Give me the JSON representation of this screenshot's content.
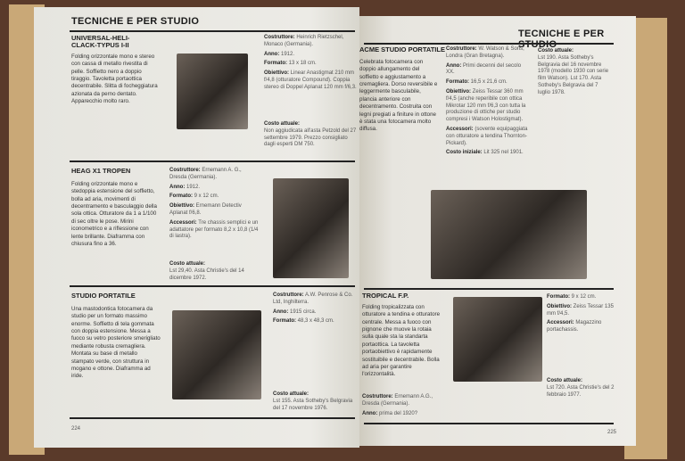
{
  "left": {
    "header": "TECNICHE E PER STUDIO",
    "page_number": "224",
    "entries": [
      {
        "title": "UNIVERSAL-HELI-CLACK-TYPUS I-II",
        "desc": "Folding orizzontale mono e stereo con cassa di metallo rivestita di pelle. Soffietto nero a doppio tiraggio. Tavoletta portaottica decentrabile. Slitta di focheggiatura azionata da perno dentato. Apparecchio molto raro.",
        "specs": [
          {
            "k": "Costruttore:",
            "v": "Heinrich Rietzschel, Monaco (Germania)."
          },
          {
            "k": "Anno:",
            "v": "1912."
          },
          {
            "k": "Formato:",
            "v": "13 x 18 cm."
          },
          {
            "k": "Obiettivo:",
            "v": "Linear Anastigmat 210 mm f/4,8 (otturatore Compound). Coppia stereo di Doppel Aplanat 120 mm f/6,3."
          }
        ],
        "cost_label": "Costo attuale:",
        "cost": "Non aggiudicata all'asta Petzold del 27 settembre 1979. Prezzo consigliato dagli esperti DM 750."
      },
      {
        "title": "HEAG X1 TROPEN",
        "desc": "Folding orizzontale mono e stedoppia estensione del soffietto, bolla ad aria, movimenti di decentramento e basculaggio della sola ottica. Otturatore da 1 a 1/100 di sec oltre le pose. Mirini iconometrico e a riflessione con lente brillante. Diaframma con chiusura fino a 36.",
        "specs": [
          {
            "k": "Costruttore:",
            "v": "Ernemann A. G., Dresda (Germania)."
          },
          {
            "k": "Anno:",
            "v": "1912."
          },
          {
            "k": "Formato:",
            "v": "9 x 12 cm."
          },
          {
            "k": "Obiettivo:",
            "v": "Ernemann Detectiv Aplanat f/6,8."
          },
          {
            "k": "Accessori:",
            "v": "Tre chassis semplici e un adattatore per formato 8,2 x 10,8 (1/4 di lastra)."
          }
        ],
        "cost_label": "Costo attuale:",
        "cost": "Lst 29,40. Asta Christie's del 14 dicembre 1972."
      },
      {
        "title": "STUDIO PORTATILE",
        "desc": "Una mastodontica fotocamera da studio per un formato massimo enorme. Soffietto di tela gommata con doppia estensione. Messa a fuoco su vetro posteriore smerigliato mediante robusta cremagliera. Montata su base di metallo stampato verde, con struttura in mogano e ottone. Diaframma ad iride.",
        "specs": [
          {
            "k": "Costruttore:",
            "v": "A.W. Penrose & Co. Ltd, Inghilterra."
          },
          {
            "k": "Anno:",
            "v": "1915 circa."
          },
          {
            "k": "Formato:",
            "v": "48,3 x 48,3 cm."
          }
        ],
        "cost_label": "Costo attuale:",
        "cost": "Lst 155. Asta Sotheby's Belgravia del 17 novembre 1976."
      }
    ]
  },
  "right": {
    "header": "TECNICHE E PER STUDIO",
    "page_number": "225",
    "entries": [
      {
        "title": "ACME STUDIO PORTATILE",
        "desc": "Celebrata fotocamera con doppio allungamento del soffietto e aggiustamento a cremagliera. Dorso reversibile e leggermente basculabile, plancia anteriore con decentramento. Costruita con legni pregiati a finiture in ottone è stata una fotocamera molto diffusa.",
        "specs": [
          {
            "k": "Costruttore:",
            "v": "W. Watson & Sons, Londra (Gran Bretagna)."
          },
          {
            "k": "Anno:",
            "v": "Primi decenni del secolo XX."
          },
          {
            "k": "Formato:",
            "v": "16,5 x 21,6 cm."
          },
          {
            "k": "Obiettivo:",
            "v": "Zeiss Tessar 360 mm f/4,5 (anche reperibile con ottica Mikrotar 120 mm f/6,3 con tutta la produzione di ottiche per studio compresi i Watson Holostigmat)."
          },
          {
            "k": "Accessori:",
            "v": "(sovente equipaggiata con otturatore a tendina Thornton-Pickard)."
          },
          {
            "k": "Costo iniziale:",
            "v": "Lit 325 nel 1901."
          }
        ],
        "cost_label": "Costo attuale:",
        "cost": "Lst 190. Asta Sotheby's Belgravia del 16 novembre 1978 (modello 1930 con serie film Watson). Lst 170. Asta Sotheby's Belgravia del 7 luglio 1978."
      },
      {
        "title": "TROPICAL F.P.",
        "desc": "Folding tropicalizzata con otturatore a tendina e otturatore centrale. Messa a fuoco con pignone che muove la rotaia sulla quale sta la standarta portaottica. La tavoletta portaobiettivo è rapidamente sostituibile e decentrabile. Bolla ad aria per garantire l'orizzontalità.",
        "specs": [
          {
            "k": "Costruttore:",
            "v": "Ernemann A.G., Dresda (Germania)."
          },
          {
            "k": "Anno:",
            "v": "prima del 1920?"
          },
          {
            "k": "Formato:",
            "v": "9 x 12 cm."
          },
          {
            "k": "Obiettivo:",
            "v": "Zeiss Tessar 135 mm f/4,5."
          },
          {
            "k": "Accessori:",
            "v": "Magazzino portachassis."
          }
        ],
        "cost_label": "Costo attuale:",
        "cost": "Lst 720. Asta Christie's del 2 febbraio 1977."
      }
    ]
  }
}
